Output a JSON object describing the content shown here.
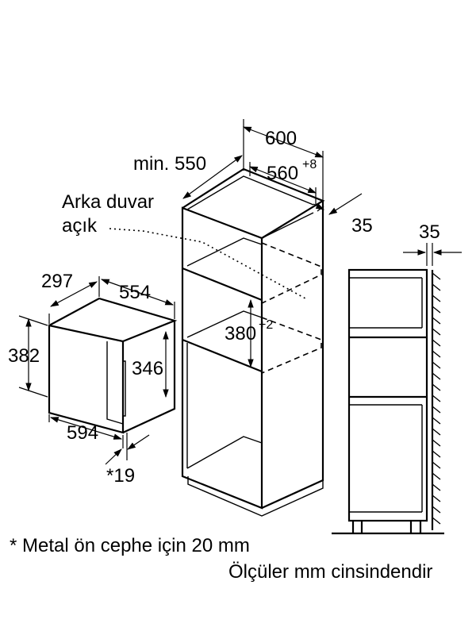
{
  "labels": {
    "back_wall_line1": "Arka duvar",
    "back_wall_line2": "açık",
    "min_depth": "min. 550",
    "cabinet_width": "600",
    "niche_width": "560",
    "niche_width_tol": "+8",
    "side_gap": "35",
    "niche_height": "380",
    "niche_height_tol": "+2",
    "side_view_gap": "35",
    "appliance_depth": "297",
    "appliance_width_top": "554",
    "appliance_height_outer": "382",
    "appliance_height_inner": "346",
    "appliance_width_front": "594",
    "front_thickness": "*19"
  },
  "notes": {
    "metal_front": "* Metal ön cephe için 20 mm",
    "units": "Ölçüler mm cinsindendir"
  }
}
